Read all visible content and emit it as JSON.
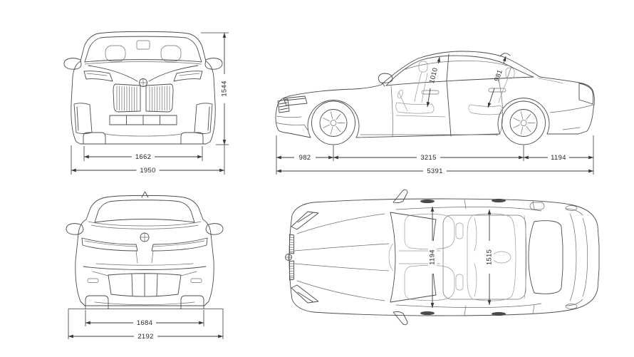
{
  "diagram": {
    "subject": "sedan-dimensions-spec-diagram",
    "unit_values_only": true
  },
  "colors": {
    "background": "#ffffff",
    "car_line": "#4b4b4b",
    "interior_line": "#9a9a9a",
    "dimension_line": "#3a3a3a",
    "label_text": "#262626"
  },
  "icons": {
    "brand_roundel": "bmw-roundel"
  },
  "views": {
    "front": {
      "name": "front-view",
      "dims": {
        "height": "1544",
        "track": "1662",
        "width": "1950"
      }
    },
    "side": {
      "name": "side-view",
      "dims": {
        "headroom_front": "1010",
        "headroom_rear": "981",
        "overhang_front": "982",
        "wheelbase": "3215",
        "overhang_rear": "1194",
        "length": "5391"
      }
    },
    "rear": {
      "name": "rear-view",
      "dims": {
        "track": "1684",
        "width_with_mirrors": "2192"
      }
    },
    "top": {
      "name": "top-view",
      "dims": {
        "interior_width_front": "1194",
        "interior_width_rear": "1515"
      }
    }
  }
}
